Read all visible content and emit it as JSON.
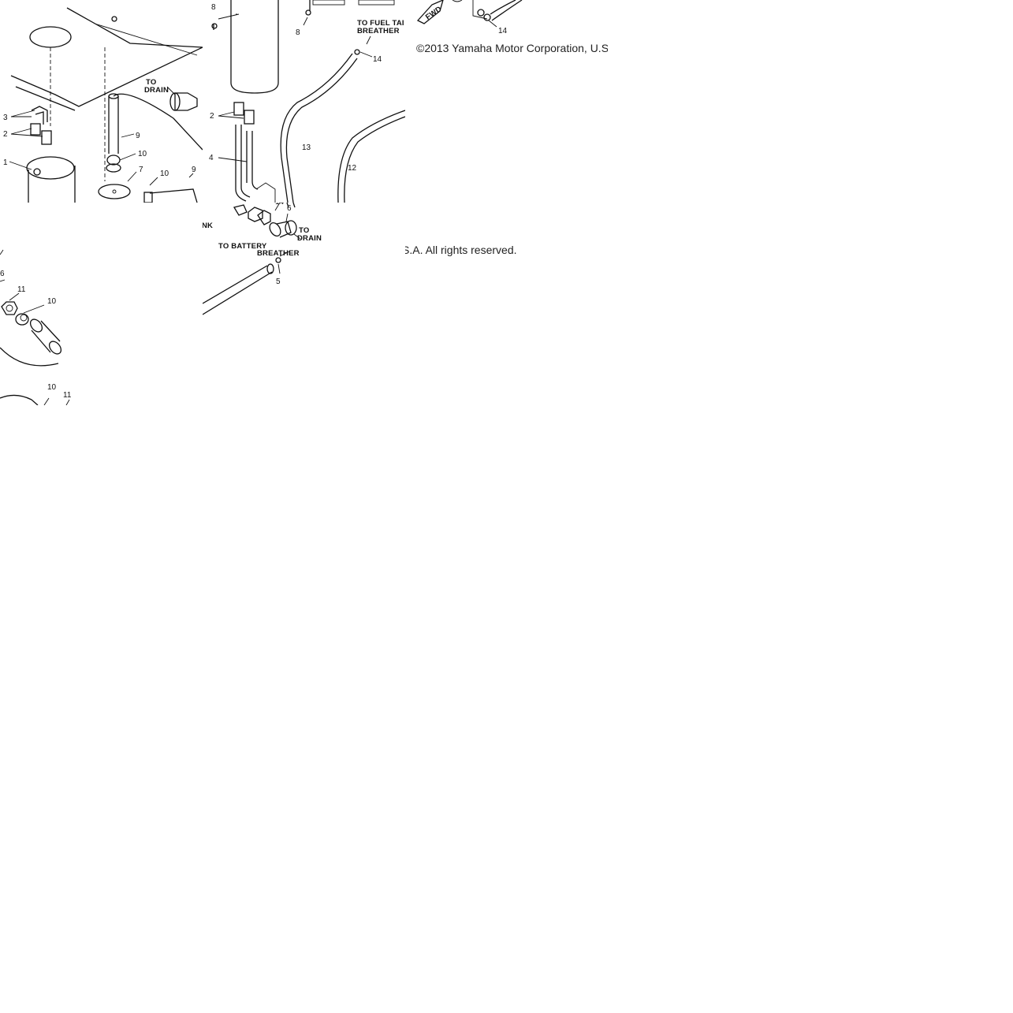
{
  "copyright": {
    "top": "©2013 Yamaha Motor Corporation, U.S",
    "bottom": "S.A. All rights reserved."
  },
  "callouts": {
    "n1": "1",
    "n2": "2",
    "n3": "3",
    "n4": "4",
    "n5": "5",
    "n6": "6",
    "n7": "7",
    "n8": "8",
    "n9": "9",
    "n10": "10",
    "n11": "11",
    "n12": "12",
    "n13": "13",
    "n14": "14"
  },
  "labels": {
    "to": "TO",
    "drain": "DRAIN",
    "to_fuel_tank": "TO FUEL TAI",
    "breather": "BREATHER",
    "to_battery": "TO BATTERY",
    "nk": "NK",
    "fwd": "FWD"
  }
}
